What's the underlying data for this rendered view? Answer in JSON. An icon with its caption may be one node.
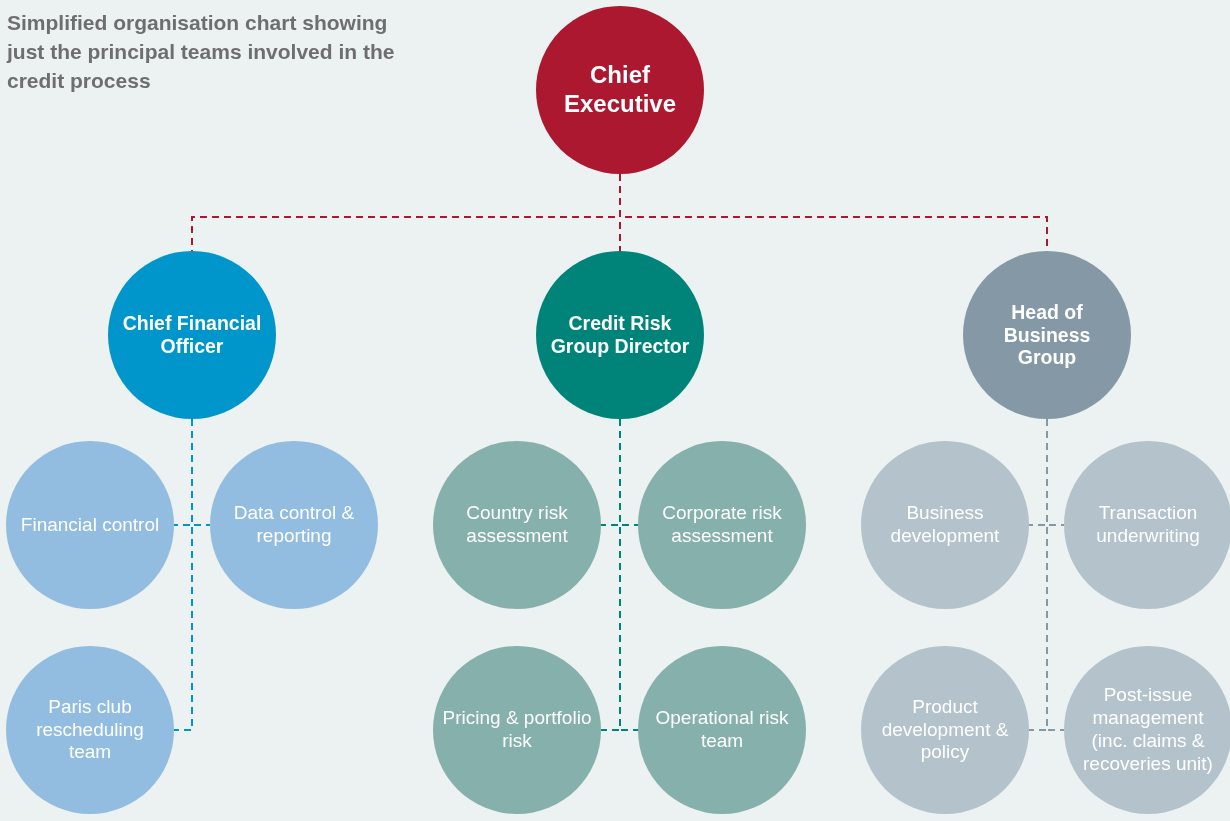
{
  "diagram": {
    "title": "Simplified organisation chart showing just the principal teams involved in the credit process",
    "nodes": [
      {
        "text": [
          "Chief Executive"
        ]
      },
      {
        "text": [
          "Chief Financial Officer"
        ]
      },
      {
        "text": [
          "Credit Risk Group Director"
        ]
      },
      {
        "text": [
          "Head of Business Group"
        ]
      },
      {
        "text": [
          "Financial control"
        ]
      },
      {
        "text": [
          "Data control & reporting"
        ]
      },
      {
        "text": [
          "Paris club rescheduling team"
        ]
      },
      {
        "text": [
          "Country risk assessment"
        ]
      },
      {
        "text": [
          "Corporate risk assessment"
        ]
      },
      {
        "text": [
          "Pricing & portfolio risk"
        ]
      },
      {
        "text": [
          "Operational risk team"
        ]
      },
      {
        "text": [
          "Business development"
        ]
      },
      {
        "text": [
          "Transaction underwriting"
        ]
      },
      {
        "text": [
          "Product development & policy"
        ]
      },
      {
        "text": [
          "Post-issue management (inc. claims & recoveries unit)"
        ]
      }
    ],
    "edges": [
      {
        "from": 0,
        "to": 1,
        "arrow": "none",
        "style": "dashed",
        "color": "#ab1830"
      },
      {
        "from": 0,
        "to": 2,
        "arrow": "none",
        "style": "dashed",
        "color": "#ab1830"
      },
      {
        "from": 0,
        "to": 3,
        "arrow": "none",
        "style": "dashed",
        "color": "#ab1830"
      },
      {
        "from": 1,
        "to": 4,
        "arrow": "none",
        "style": "dashed",
        "color": "#0096cc"
      },
      {
        "from": 1,
        "to": 5,
        "arrow": "none",
        "style": "dashed",
        "color": "#0096cc"
      },
      {
        "from": 1,
        "to": 6,
        "arrow": "none",
        "style": "dashed",
        "color": "#0096cc"
      },
      {
        "from": 2,
        "to": 7,
        "arrow": "none",
        "style": "dashed",
        "color": "#00847a"
      },
      {
        "from": 2,
        "to": 8,
        "arrow": "none",
        "style": "dashed",
        "color": "#00847a"
      },
      {
        "from": 2,
        "to": 9,
        "arrow": "none",
        "style": "dashed",
        "color": "#00847a"
      },
      {
        "from": 2,
        "to": 10,
        "arrow": "none",
        "style": "dashed",
        "color": "#00847a"
      },
      {
        "from": 3,
        "to": 11,
        "arrow": "none",
        "style": "dashed",
        "color": "#8499a5"
      },
      {
        "from": 3,
        "to": 12,
        "arrow": "none",
        "style": "dashed",
        "color": "#8499a5"
      },
      {
        "from": 3,
        "to": 13,
        "arrow": "none",
        "style": "dashed",
        "color": "#8499a5"
      },
      {
        "from": 3,
        "to": 14,
        "arrow": "none",
        "style": "dashed",
        "color": "#8499a5"
      }
    ]
  }
}
